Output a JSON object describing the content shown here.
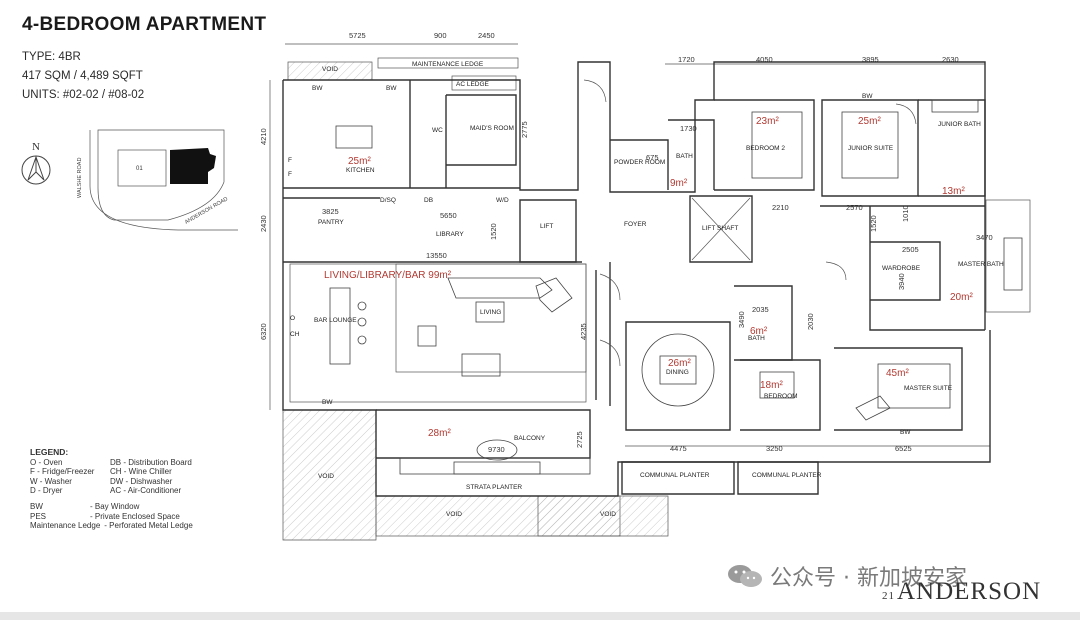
{
  "header": {
    "title": "4-BEDROOM APARTMENT",
    "type": "TYPE: 4BR",
    "size": "417 SQM / 4,489 SQFT",
    "units": "UNITS:  #02-02 / #08-02"
  },
  "keyplan": {
    "north": "N",
    "road1": "WALSHE ROAD",
    "road2": "ANDERSON ROAD",
    "block": "01"
  },
  "legend": {
    "heading": "LEGEND:",
    "rows": [
      [
        "O  - Oven",
        "DB - Distribution Board"
      ],
      [
        "F   - Fridge/Freezer",
        "CH - Wine Chiller"
      ],
      [
        "W  - Washer",
        "DW - Dishwasher"
      ],
      [
        "D   - Dryer",
        "AC - Air-Conditioner"
      ]
    ],
    "rows2": [
      [
        "BW",
        "- Bay Window"
      ],
      [
        "PES",
        "- Private Enclosed Space"
      ],
      [
        "Maintenance Ledge",
        "- Perforated Metal Ledge"
      ]
    ]
  },
  "rooms": {
    "void_top": "VOID",
    "maint_ledge": "MAINTENANCE LEDGE",
    "ac_ledge": "AC LEDGE",
    "wc": "WC",
    "maids_room": "MAID'S ROOM",
    "kitchen": "KITCHEN",
    "pantry": "PANTRY",
    "library": "LIBRARY",
    "lift": "LIFT",
    "foyer": "FOYER",
    "powder_room": "POWDER ROOM",
    "bath": "BATH",
    "bedroom2": "BEDROOM 2",
    "junior_suite": "JUNIOR SUITE",
    "junior_bath": "JUNIOR BATH",
    "lift_shaft": "LIFT SHAFT",
    "wardrobe": "WARDROBE",
    "master_bath": "MASTER BATH",
    "living_library_bar": "LIVING/LIBRARY/BAR 99m²",
    "bar_lounge": "BAR LOUNGE",
    "living": "LIVING",
    "dining": "DINING",
    "bath2": "BATH",
    "bedroom": "BEDROOM",
    "master_suite": "MASTER SUITE",
    "balcony": "BALCONY",
    "void_left": "VOID",
    "strata_planter": "STRATA PLANTER",
    "communal_planter1": "COMMUNAL PLANTER",
    "communal_planter2": "COMMUNAL PLANTER",
    "void_bottom1": "VOID",
    "void_bottom2": "VOID"
  },
  "areas": {
    "kitchen": "25m²",
    "bedroom2": "23m²",
    "junior_suite": "25m²",
    "bath": "9m²",
    "junior_bath": "13m²",
    "master_bath": "20m²",
    "dining": "26m²",
    "bath2": "6m²",
    "bedroom": "18m²",
    "master_suite": "45m²",
    "balcony": "28m²"
  },
  "dimensions": {
    "d5725": "5725",
    "d900": "900",
    "d2450": "2450",
    "d1720": "1720",
    "d4050": "4050",
    "d3895": "3895",
    "d2630": "2630",
    "d4210": "4210",
    "d2430": "2430",
    "d6320": "6320",
    "d2775": "2775",
    "d3825": "3825",
    "d5650": "5650",
    "d1520": "1520",
    "d13550": "13550",
    "d1730": "1730",
    "d2210": "2210",
    "d2570": "2570",
    "d3470": "3470",
    "d2505": "2505",
    "d2035": "2035",
    "d3940": "3940",
    "d4475": "4475",
    "d3250": "3250",
    "d6525": "6525",
    "d2725": "2725",
    "d9730": "9730",
    "d4235": "4235",
    "d3490": "3490",
    "d2030": "2030",
    "d675": "675",
    "d1520b": "1520",
    "d1010": "1010"
  },
  "fixtures": {
    "bw": "BW",
    "f": "F",
    "ch": "CH",
    "o": "O",
    "db_sq": "D/SQ",
    "wd": "W/D",
    "db": "DB"
  },
  "watermark": {
    "text": "公众号 · 新加坡安家"
  },
  "brand": {
    "num": "21",
    "name": "ANDERSON"
  }
}
